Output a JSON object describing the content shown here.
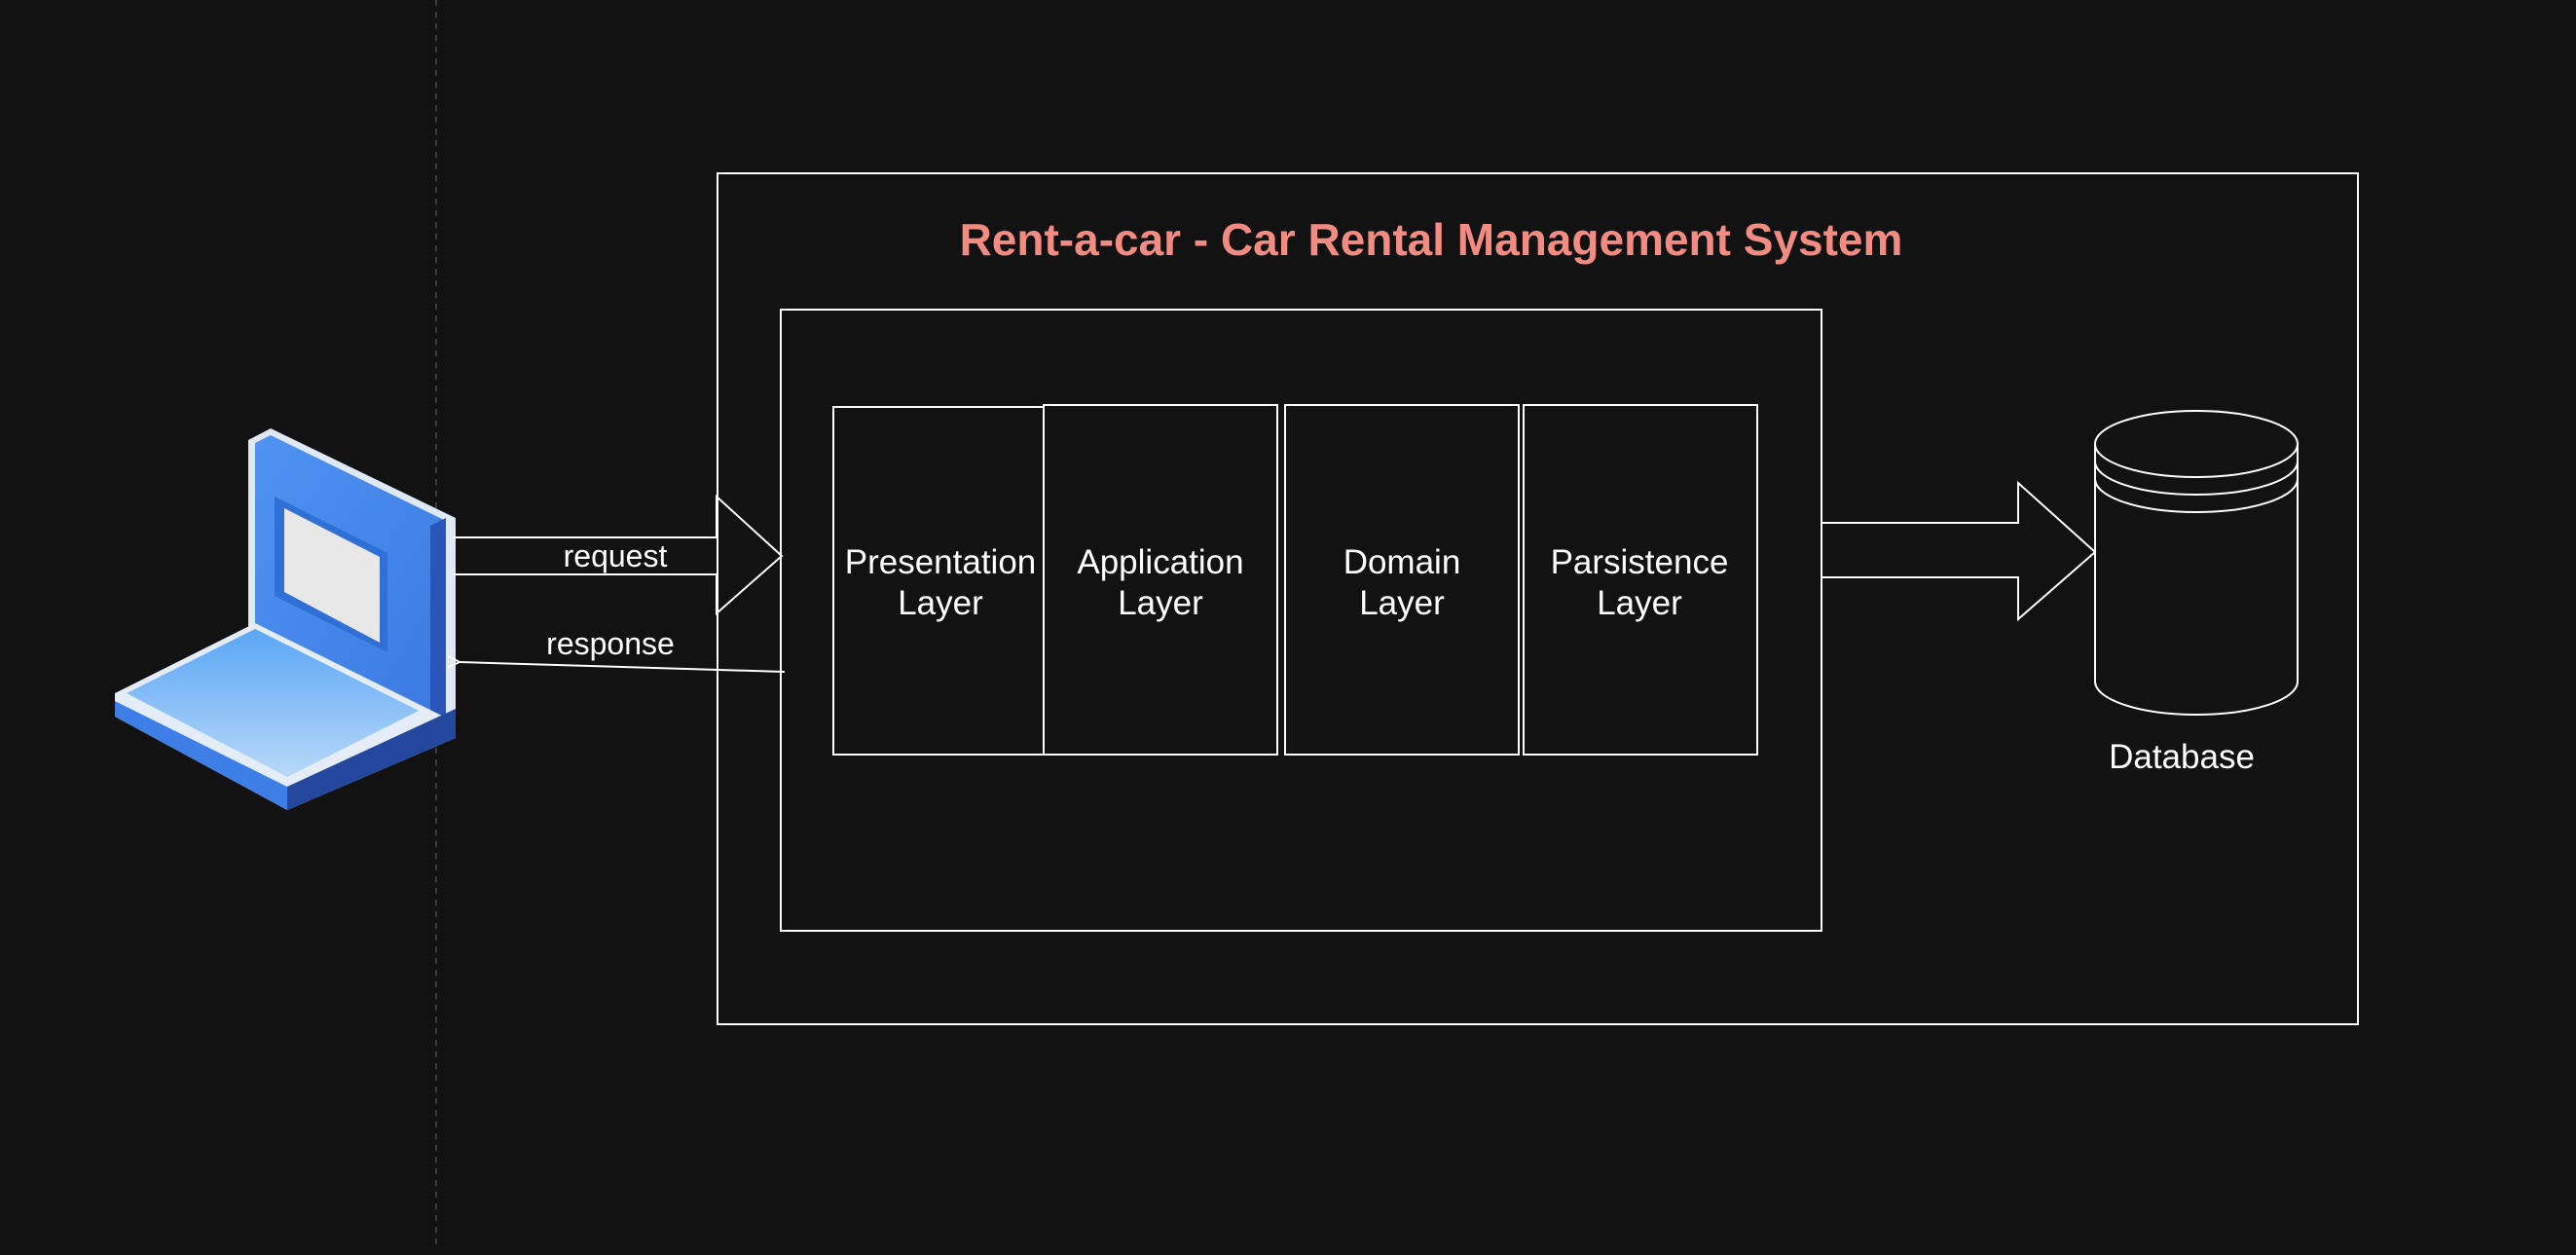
{
  "diagram": {
    "title": "Rent-a-car - Car Rental Management System",
    "client": {
      "icon": "laptop-icon"
    },
    "arrows": {
      "request_label": "request",
      "response_label": "response"
    },
    "layers": [
      {
        "line1": "Presentation",
        "line2": "Layer"
      },
      {
        "line1": "Application",
        "line2": "Layer"
      },
      {
        "line1": "Domain",
        "line2": "Layer"
      },
      {
        "line1": "Parsistence",
        "line2": "Layer"
      }
    ],
    "database": {
      "label": "Database",
      "icon": "database-icon"
    }
  },
  "colors": {
    "background": "#121212",
    "title": "#f28b82",
    "stroke": "#ffffff",
    "laptop_blue": "#4a8df0",
    "laptop_dark": "#2a55b8",
    "screen": "#e6e6e6"
  }
}
